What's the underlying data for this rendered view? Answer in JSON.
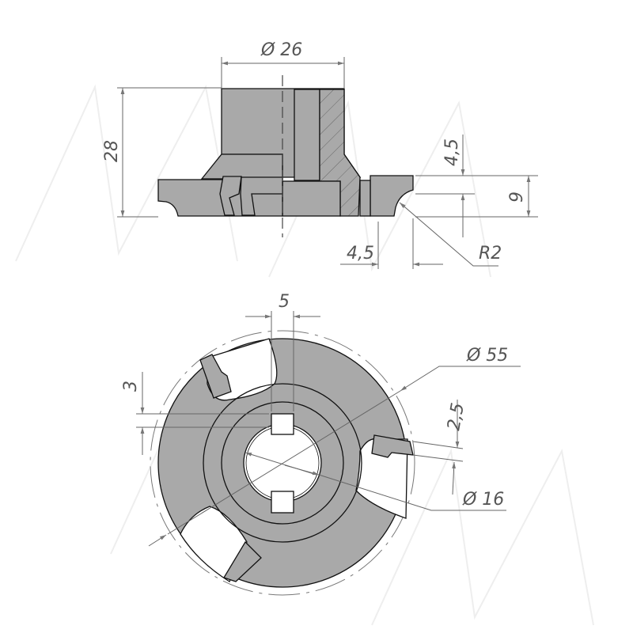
{
  "watermark": "MM",
  "colors": {
    "part": "#a9a9a9",
    "outline": "#111111",
    "dimension": "#666666"
  },
  "side_view": {
    "dims": {
      "hub_diameter": "Ø 26",
      "total_height": "28",
      "profile_depth": "4,5",
      "cutting_height": "9",
      "profile_width": "4,5",
      "radius": "R2"
    }
  },
  "plan_view": {
    "dims": {
      "keyway_width": "5",
      "keyway_depth": "3",
      "insert_offset": "2,5",
      "outer_diameter": "Ø 55",
      "bore_diameter": "Ø 16"
    }
  }
}
